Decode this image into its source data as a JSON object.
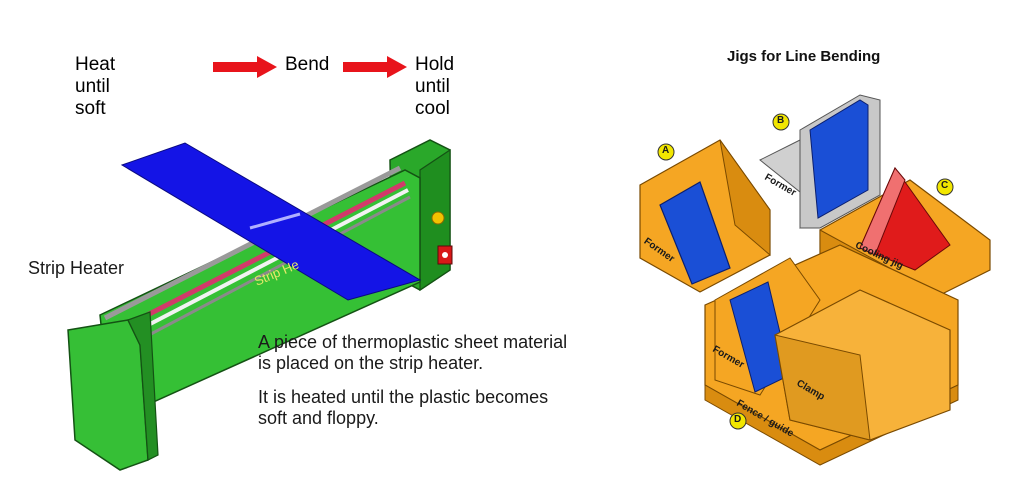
{
  "process_flow": {
    "steps": [
      "Heat until soft",
      "Bend",
      "Hold until cool"
    ],
    "arrow_color": "#e8141b"
  },
  "strip_heater": {
    "label": "Strip Heater",
    "body_text": "Strip He",
    "body_color": "#2fb52f",
    "sheet_color": "#1414e6"
  },
  "description": {
    "line1": "A piece of thermoplastic sheet material",
    "line2": "is placed on the strip heater.",
    "line3": "It is heated until the plastic becomes",
    "line4": "soft and floppy."
  },
  "jigs": {
    "title": "Jigs for Line Bending",
    "badges": [
      "A",
      "B",
      "C",
      "D"
    ],
    "labels": {
      "former_a": "Former",
      "former_b": "Former",
      "cooling_jig": "Cooling jig",
      "former_d": "Former",
      "clamp": "Clamp",
      "fence": "Fence / guide"
    },
    "colors": {
      "wood": "#f5a623",
      "blue_sheet": "#1a4fd6",
      "red_sheet": "#e01b1b",
      "grey_sheet": "#c8c8c8",
      "badge": "#f2e600"
    }
  }
}
